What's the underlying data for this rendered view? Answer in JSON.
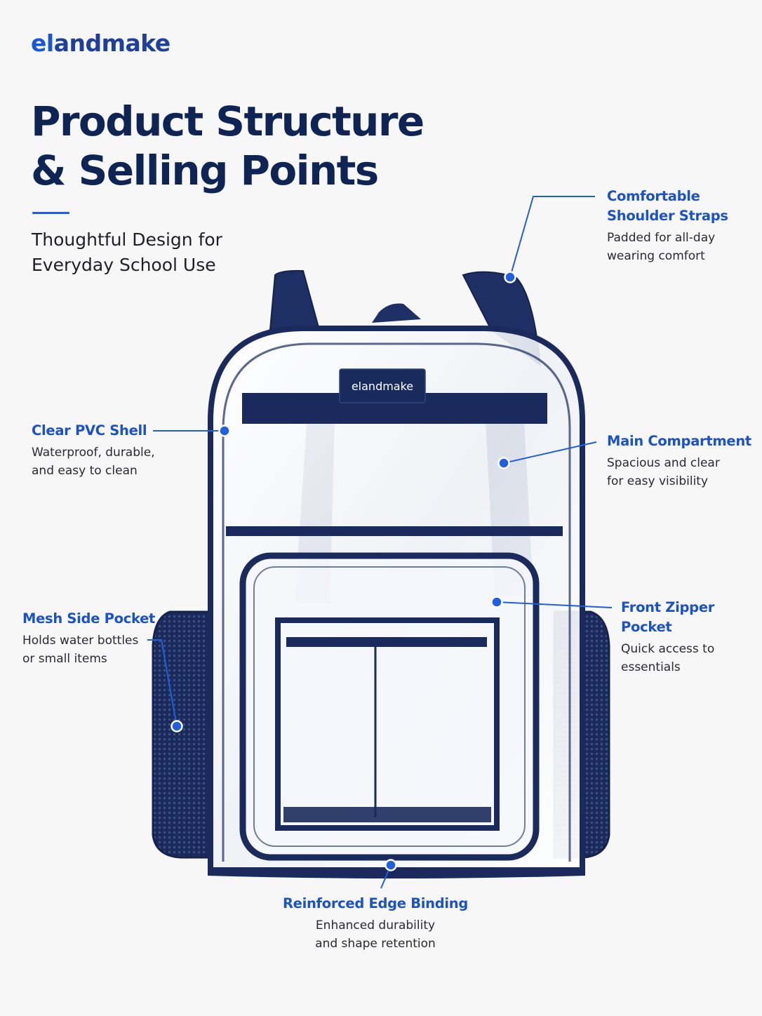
{
  "brand": {
    "part1": "el",
    "part2": "andmake"
  },
  "headline": {
    "line1": "Product Structure",
    "line2": "& Selling Points"
  },
  "subhead": {
    "line1": "Thoughtful Design for",
    "line2": "Everyday School Use"
  },
  "bag_label": "elandmake",
  "callouts": [
    {
      "title": [
        "Comfortable",
        "Shoulder Straps"
      ],
      "desc": [
        "Padded for all-day",
        "wearing comfort"
      ]
    },
    {
      "title": [
        "Clear PVC Shell"
      ],
      "desc": [
        "Waterproof, durable,",
        "and easy to clean"
      ]
    },
    {
      "title": [
        "Main Compartment"
      ],
      "desc": [
        "Spacious and clear",
        "for easy visibility"
      ]
    },
    {
      "title": [
        "Mesh Side Pocket"
      ],
      "desc": [
        "Holds water bottles",
        "or small items"
      ]
    },
    {
      "title": [
        "Front Zipper Pocket"
      ],
      "desc": [
        "Quick access to",
        "essentials"
      ]
    },
    {
      "title": [
        "Reinforced Edge Binding"
      ],
      "desc": [
        "Enhanced durability",
        "and shape retention"
      ]
    }
  ],
  "colors": {
    "accent": "#1f5fe0",
    "navy": "#1b2a5c",
    "headline": "#0e2454"
  }
}
